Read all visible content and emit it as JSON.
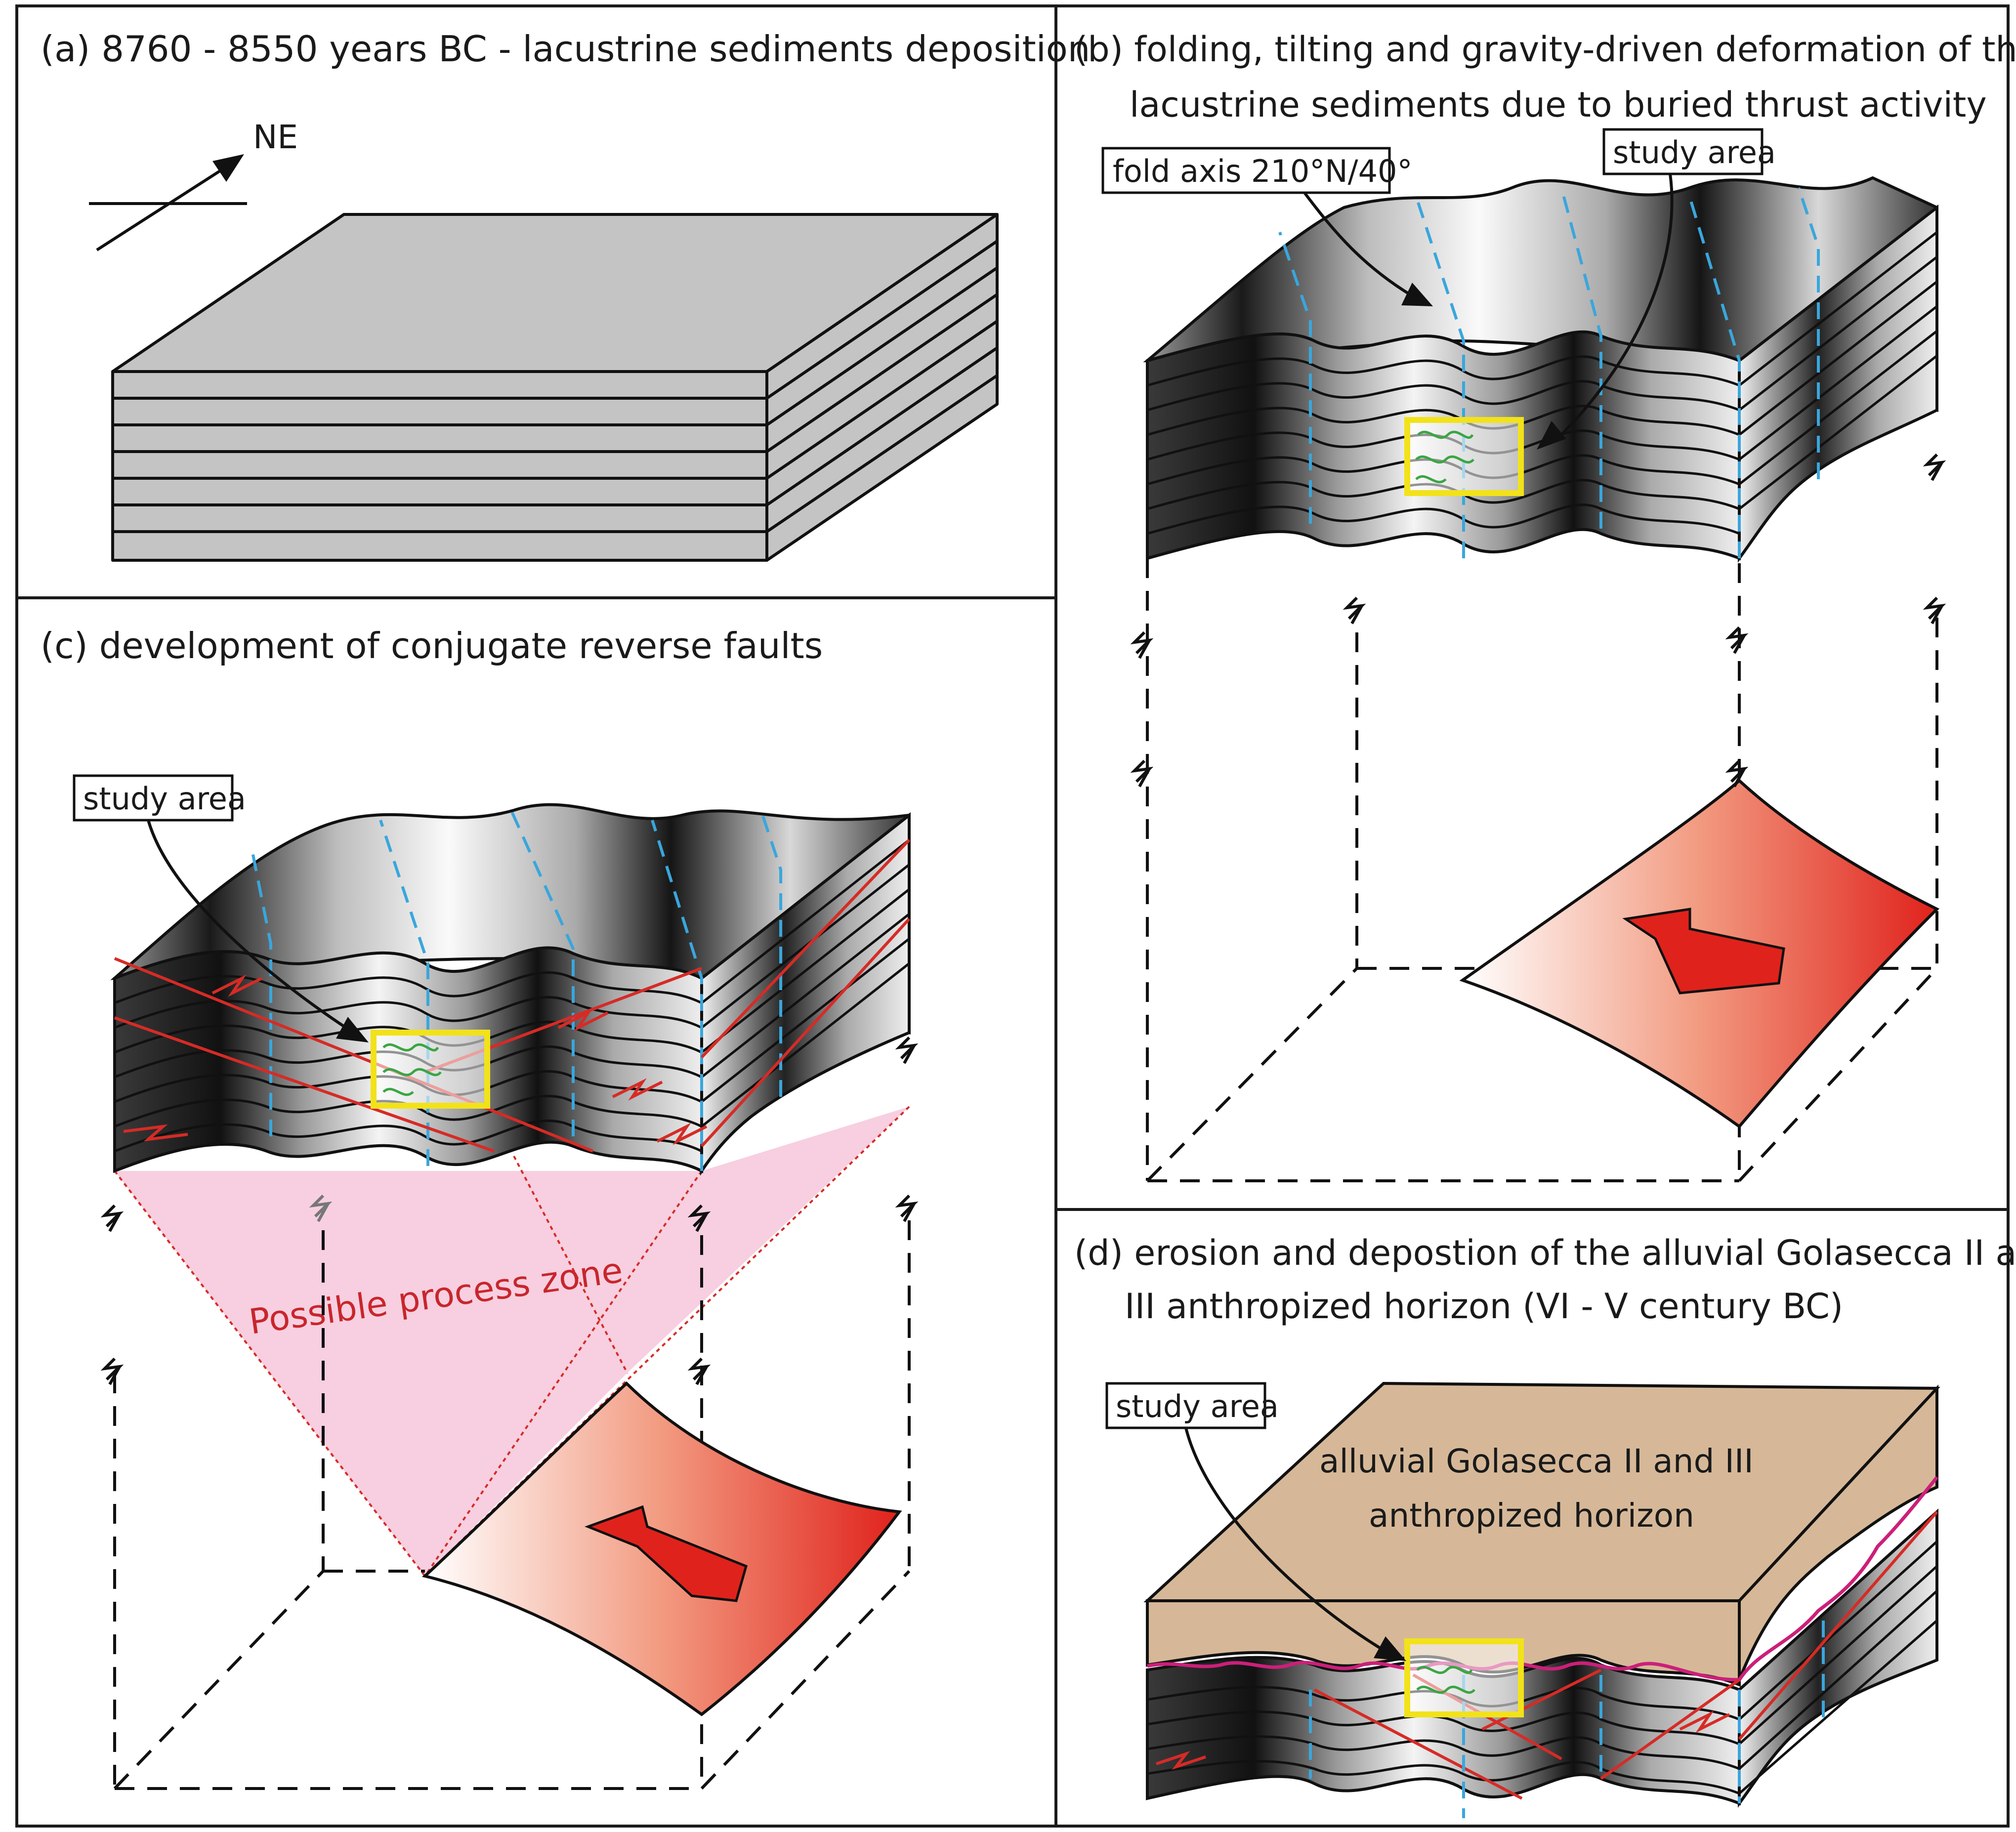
{
  "panels": {
    "a": {
      "caption": "(a) 8760 - 8550 years BC - lacustrine sediments deposition",
      "north_label": "NE"
    },
    "b": {
      "caption_line1": "(b) folding, tilting and gravity-driven deformation of the",
      "caption_line2": "lacustrine sediments due to buried thrust activity",
      "fold_axis_label": "fold axis 210°N/40°",
      "study_area_label": "study area"
    },
    "c": {
      "caption": "(c) development of conjugate reverse faults",
      "study_area_label": "study area",
      "process_zone_label": "Possible process zone"
    },
    "d": {
      "caption_line1": "(d) erosion and depostion of the alluvial Golasecca II and",
      "caption_line2": "III anthropized horizon (VI - V century BC)",
      "study_area_label": "study area",
      "horizon_label_line1": "alluvial Golasecca II and III",
      "horizon_label_line2": "anthropized horizon"
    }
  },
  "colors": {
    "frame": "#1a1a1a",
    "sediment_grey": "#c4c4c4",
    "fold_axis": "#3aa6dc",
    "study_box": "#f2e21a",
    "fault": "#d62b26",
    "process_zone": "#f7cfe0",
    "alluvial": "#d6b898",
    "erosion_line": "#cc1f7a",
    "disturbed_layers": "#3aa644"
  }
}
